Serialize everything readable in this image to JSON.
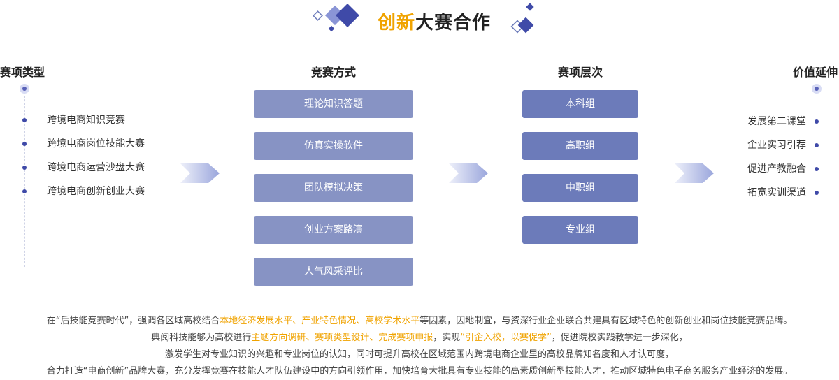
{
  "title": {
    "accent": "创新",
    "rest": "大赛合作"
  },
  "columns": {
    "types": {
      "heading": "赛项类型",
      "items": [
        "跨境电商知识竞赛",
        "跨境电商岗位技能大赛",
        "跨境电商运营沙盘大赛",
        "跨境电商创新创业大赛"
      ]
    },
    "formats": {
      "heading": "竞赛方式",
      "items": [
        "理论知识答题",
        "仿真实操软件",
        "团队模拟决策",
        "创业方案路演",
        "人气风采评比"
      ]
    },
    "levels": {
      "heading": "赛项层次",
      "items": [
        "本科组",
        "高职组",
        "中职组",
        "专业组"
      ]
    },
    "values": {
      "heading": "价值延伸",
      "items": [
        "发展第二课堂",
        "企业实习引荐",
        "促进产教融合",
        "拓宽实训渠道"
      ]
    }
  },
  "description": {
    "line1": {
      "a": "在“后技能竞赛时代”，强调各区域高校结合",
      "hl": "本地经济发展水平、产业特色情况、高校学术水平",
      "b": "等因素，因地制宜，与资深行业企业联合共建具有区域特色的创新创业和岗位技能竞赛品牌。"
    },
    "line2": {
      "a": "典阅科技能够为高校进行",
      "hl1": "主题方向调研、赛项类型设计、完成赛项申报",
      "b": "，实现",
      "hl2": "“引企入校，以赛促学”",
      "c": "，促进院校实践教学进一步深化，"
    },
    "line3": "激发学生对专业知识的兴趣和专业岗位的认知，同时可提升高校在区域范围内跨境电商企业里的高校品牌知名度和人才认可度，",
    "line4": "合力打造“电商创新”品牌大赛，充分发挥竞赛在技能人才队伍建设中的方向引领作用，加快培育大批具有专业技能的高素质创新型技能人才，推动区域特色电子商务服务产业经济的发展。"
  },
  "colors": {
    "accent": "#f0a300",
    "brand": "#3f4aa8",
    "btn_light": "#8793c4",
    "btn_dark": "#6c7bba"
  },
  "icons": [
    "diamond-decoration-icon",
    "chevron-arrow-icon",
    "timeline-dot-icon"
  ]
}
